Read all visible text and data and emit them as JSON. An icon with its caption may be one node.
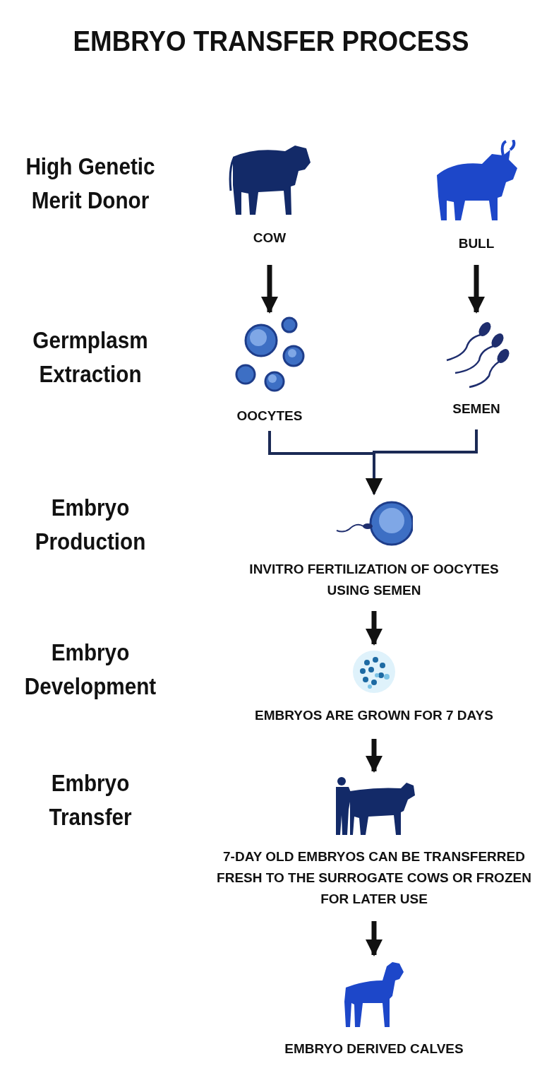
{
  "diagram": {
    "title": "EMBRYO TRANSFER PROCESS",
    "nodes": [
      {
        "text": [
          "COW"
        ]
      },
      {
        "text": [
          "BULL"
        ]
      },
      {
        "text": [
          "OOCYTES"
        ]
      },
      {
        "text": [
          "SEMEN"
        ]
      },
      {
        "text": [
          "INVITRO FERTILIZATION OF OOCYTES USING SEMEN"
        ]
      },
      {
        "text": [
          "EMBRYOS ARE GROWN FOR 7 DAYS"
        ]
      },
      {
        "text": [
          "7-DAY OLD EMBRYOS CAN BE TRANSFERRED FRESH TO THE SURROGATE COWS OR FROZEN FOR LATER USE"
        ]
      },
      {
        "text": [
          "EMBRYO DERIVED CALVES"
        ]
      }
    ],
    "edges": [
      {
        "from": 0,
        "to": 2,
        "arrow": "to"
      },
      {
        "from": 1,
        "to": 3,
        "arrow": "to"
      },
      {
        "from": 2,
        "to": 4,
        "arrow": "to"
      },
      {
        "from": 3,
        "to": 4,
        "arrow": "to"
      },
      {
        "from": 4,
        "to": 5,
        "arrow": "to"
      },
      {
        "from": 5,
        "to": 6,
        "arrow": "to"
      },
      {
        "from": 6,
        "to": 7,
        "arrow": "to"
      }
    ],
    "labels": [
      "High Genetic Merit Donor",
      "Germplasm Extraction",
      "Embryo Production",
      "Embryo Development",
      "Embryo Transfer"
    ]
  }
}
